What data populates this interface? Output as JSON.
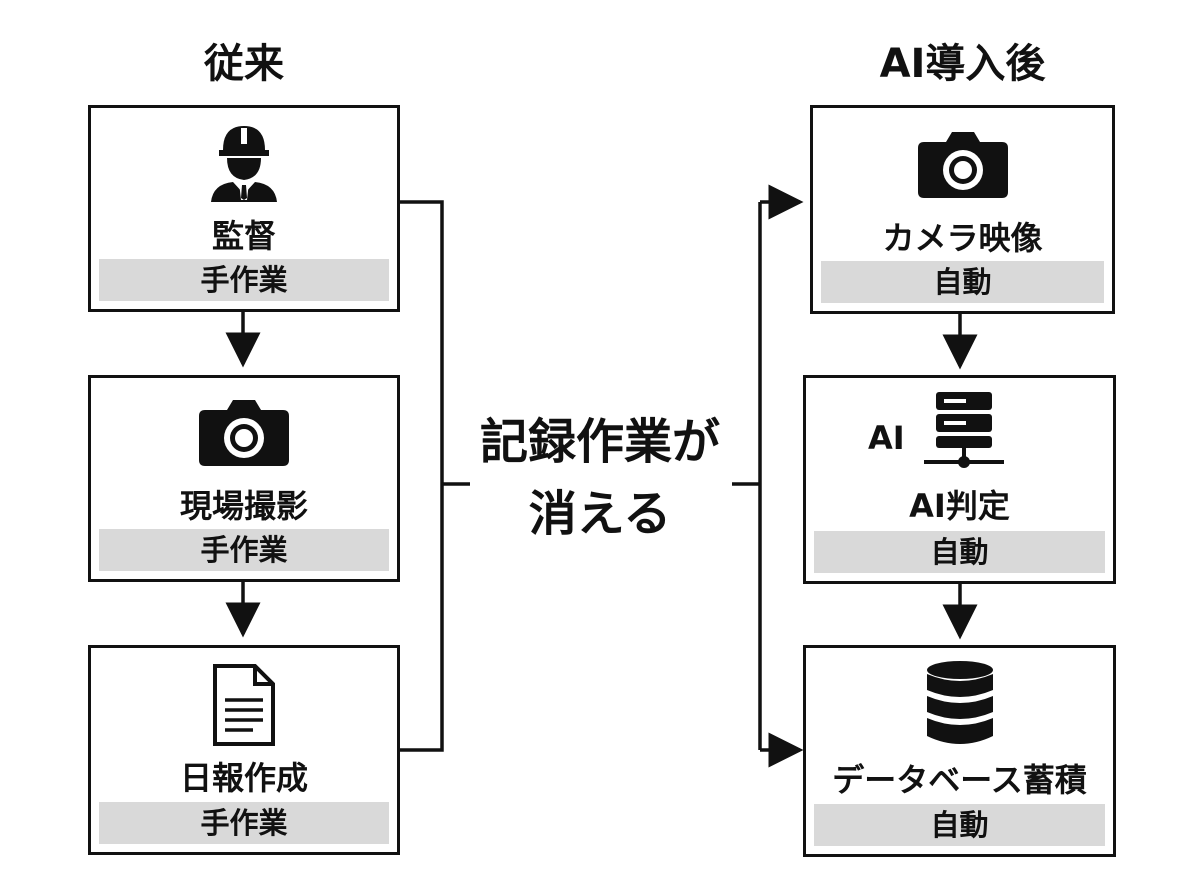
{
  "left": {
    "title": "従来",
    "steps": [
      {
        "label": "監督",
        "badge": "手作業",
        "icon": "supervisor-helmet-icon"
      },
      {
        "label": "現場撮影",
        "badge": "手作業",
        "icon": "camera-icon"
      },
      {
        "label": "日報作成",
        "badge": "手作業",
        "icon": "document-icon"
      }
    ]
  },
  "right": {
    "title": "AI導入後",
    "steps": [
      {
        "label": "カメラ映像",
        "badge": "自動",
        "icon": "camera-icon"
      },
      {
        "label": "AI判定",
        "badge": "自動",
        "icon": "ai-server-icon",
        "icon_text": "AI"
      },
      {
        "label": "データベース蓄積",
        "badge": "自動",
        "icon": "database-icon"
      }
    ]
  },
  "center": {
    "line1": "記録作業が",
    "line2": "消える"
  },
  "colors": {
    "stroke": "#111111",
    "badge_bg": "#d9d9d9",
    "background": "#ffffff"
  }
}
